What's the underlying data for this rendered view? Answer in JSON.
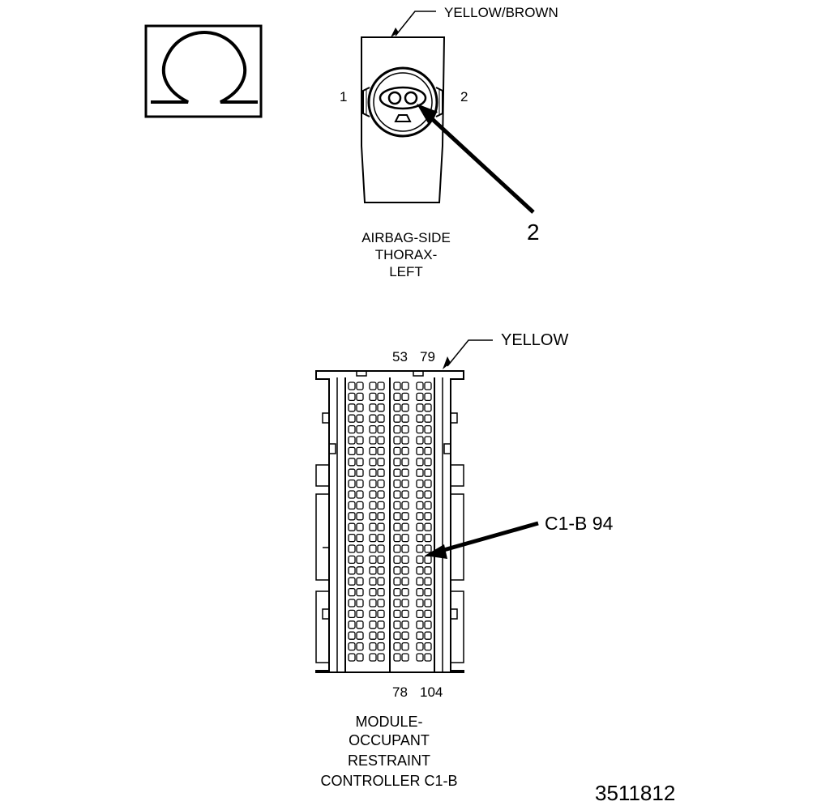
{
  "ohm_symbol": "Ω",
  "airbag_connector": {
    "color_label": "YELLOW/BROWN",
    "pin_left": "1",
    "pin_right": "2",
    "callout": "2",
    "name_lines": [
      "AIRBAG-SIDE",
      "THORAX-",
      "LEFT"
    ]
  },
  "module_connector": {
    "color_label": "YELLOW",
    "top_left_pin": "53",
    "top_right_pin": "79",
    "bottom_left_pin": "78",
    "bottom_right_pin": "104",
    "callout": "C1-B 94",
    "name_lines": [
      "MODULE-",
      "OCCUPANT",
      "RESTRAINT",
      "CONTROLLER C1-B"
    ]
  },
  "figure_number": "3511812"
}
